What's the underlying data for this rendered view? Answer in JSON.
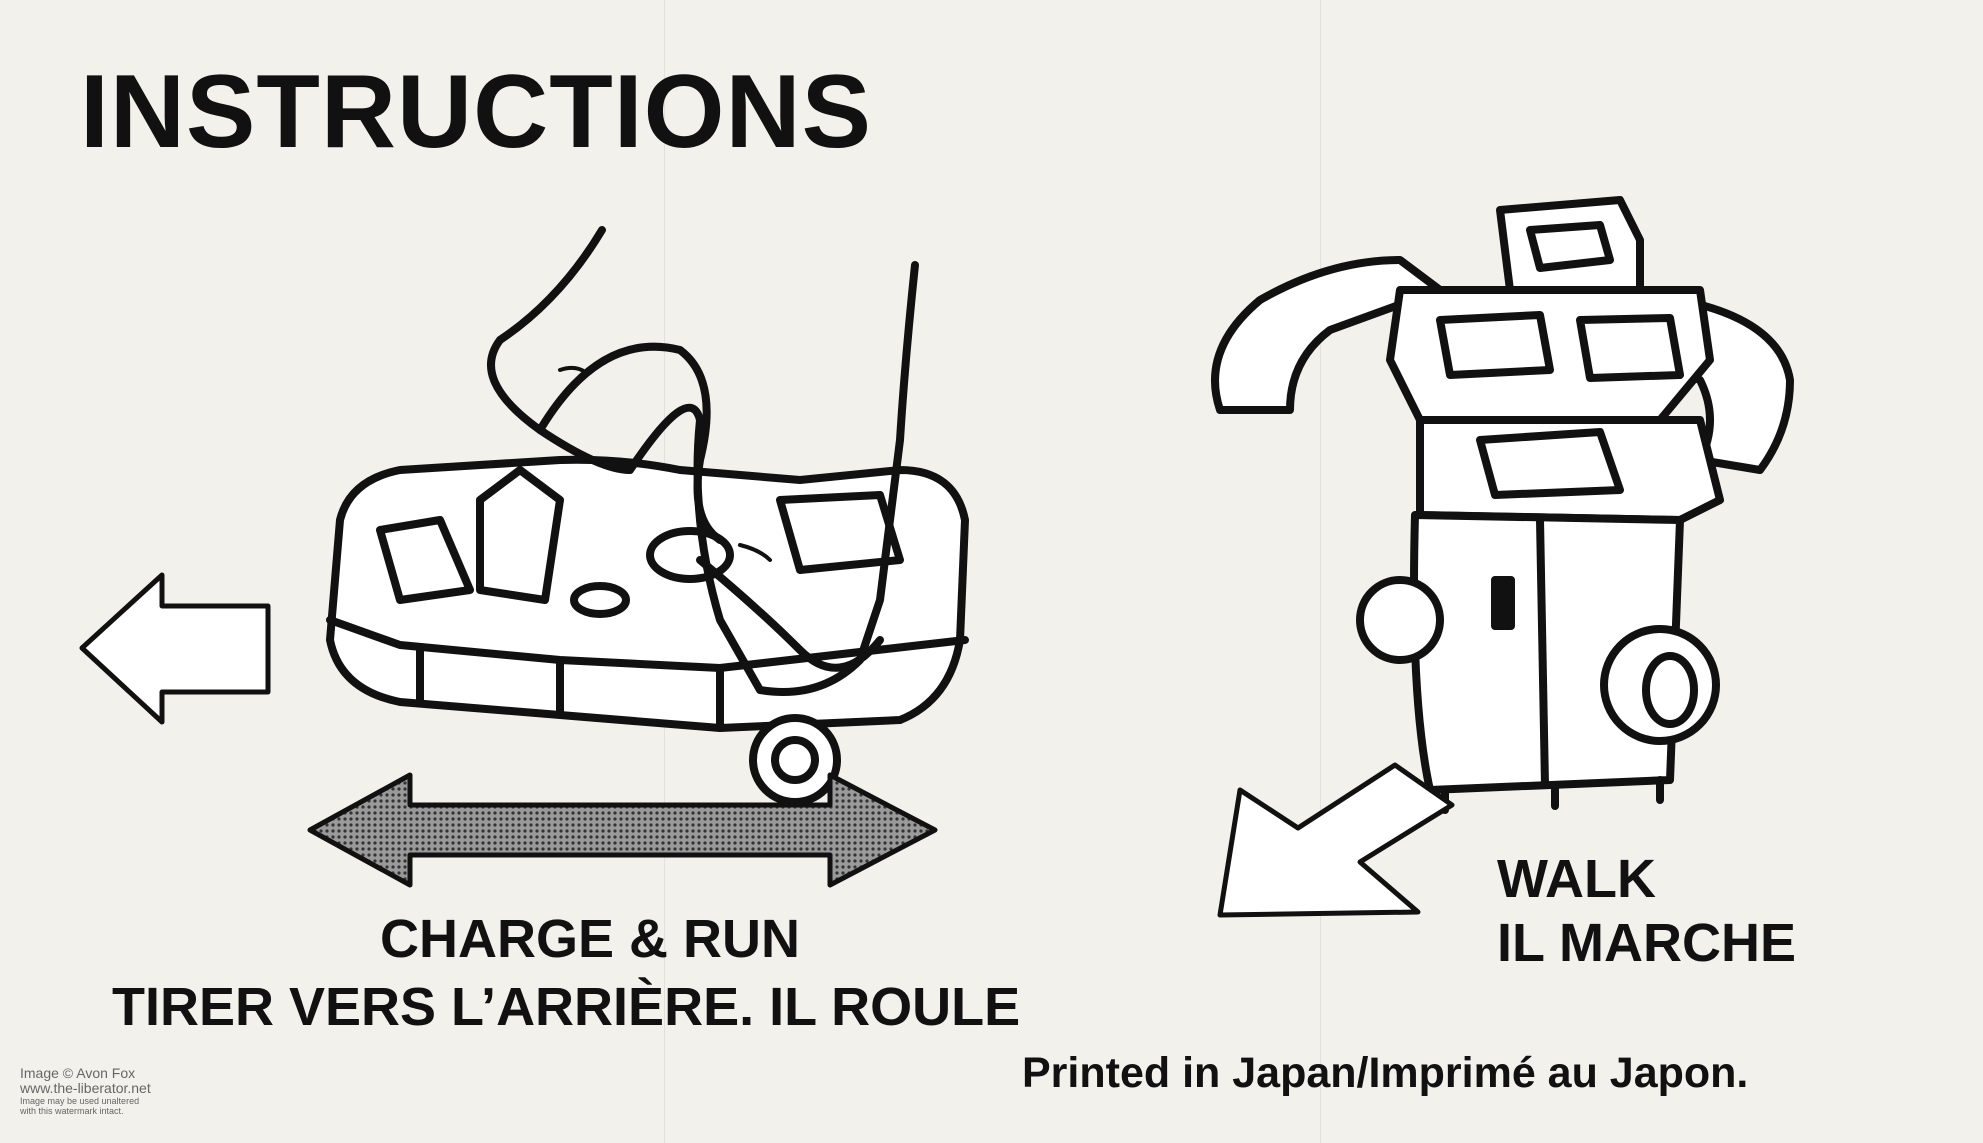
{
  "header": {
    "title": "INSTRUCTIONS"
  },
  "left_panel": {
    "caption_en": "CHARGE & RUN",
    "caption_fr": "TIRER VERS L’ARRIÈRE. IL ROULE"
  },
  "right_panel": {
    "caption_en": "WALK",
    "caption_fr": "IL MARCHE"
  },
  "footer": {
    "printed": "Printed in Japan/Imprimé au Japon."
  },
  "watermark": {
    "line1": "Image © Avon Fox",
    "line2": "www.the-liberator.net",
    "line3": "Image may be used unaltered",
    "line4": "with this watermark intact."
  },
  "colors": {
    "ink": "#111111",
    "paper": "#f3f1ec",
    "halftone": "#6b6b6b"
  }
}
